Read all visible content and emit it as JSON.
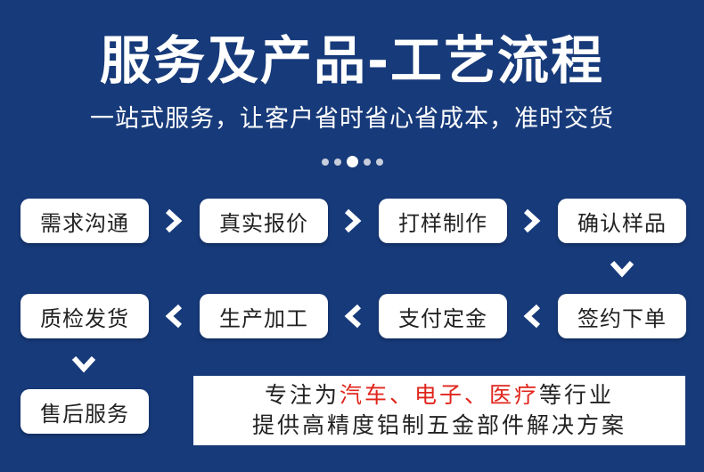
{
  "header": {
    "title": "服务及产品-工艺流程",
    "subtitle": "一站式服务，让客户省时省心省成本，准时交货"
  },
  "carousel": {
    "dot_count": 5,
    "active_index": 2
  },
  "steps": [
    {
      "label": "需求沟通"
    },
    {
      "label": "真实报价"
    },
    {
      "label": "打样制作"
    },
    {
      "label": "确认样品"
    },
    {
      "label": "签约下单"
    },
    {
      "label": "支付定金"
    },
    {
      "label": "生产加工"
    },
    {
      "label": "质检发货"
    },
    {
      "label": "售后服务"
    }
  ],
  "banner": {
    "line1_prefix": "专注为",
    "line1_hl1": "汽车、",
    "line1_hl2": "电子、",
    "line1_hl3": "医疗",
    "line1_suffix": "等行业",
    "line2": "提供高精度铝制五金部件解决方案"
  },
  "colors": {
    "background": "#173a7a",
    "box": "#ffffff",
    "highlight": "#e0251c"
  },
  "icons": {
    "arrow_right": "chevron-right-icon",
    "arrow_left": "chevron-left-icon",
    "arrow_down": "chevron-down-icon"
  }
}
